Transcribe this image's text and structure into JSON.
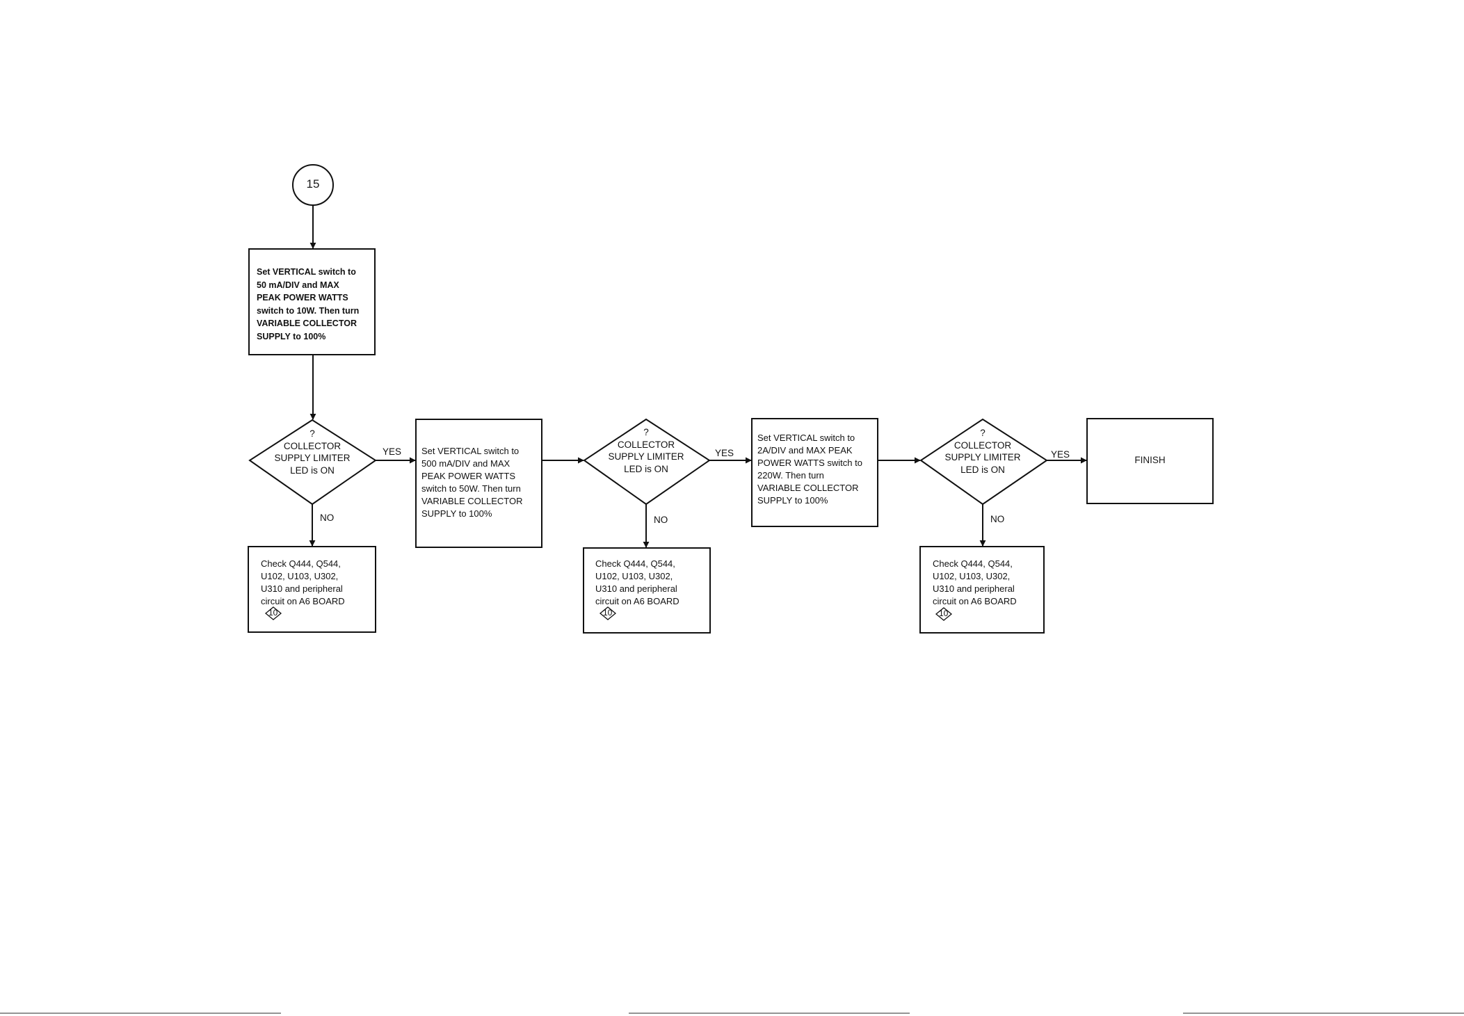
{
  "start_connector": "15",
  "steps": {
    "step1_lines": [
      "Set VERTICAL switch to",
      "50 mA/DIV and MAX",
      "PEAK POWER WATTS",
      "switch to 10W. Then turn",
      "VARIABLE COLLECTOR",
      "SUPPLY to 100%"
    ],
    "step2_lines": [
      "Set VERTICAL switch to",
      "500 mA/DIV and MAX",
      "PEAK POWER WATTS",
      "switch to 50W. Then turn",
      "VARIABLE COLLECTOR",
      "SUPPLY to 100%"
    ],
    "step3_lines": [
      "Set VERTICAL switch to",
      "2A/DIV and MAX PEAK",
      "POWER WATTS switch to",
      "220W. Then turn",
      "VARIABLE COLLECTOR",
      "SUPPLY to 100%"
    ]
  },
  "decision": {
    "symbol": "?",
    "lines": [
      "COLLECTOR",
      "SUPPLY LIMITER",
      "LED is ON"
    ]
  },
  "labels": {
    "yes": "YES",
    "no": "NO"
  },
  "check": {
    "lines": [
      "Check Q444, Q544,",
      "U102, U103, U302,",
      "U310 and peripheral",
      "circuit on A6 BOARD"
    ],
    "ref_number": "10"
  },
  "finish_label": "FINISH"
}
